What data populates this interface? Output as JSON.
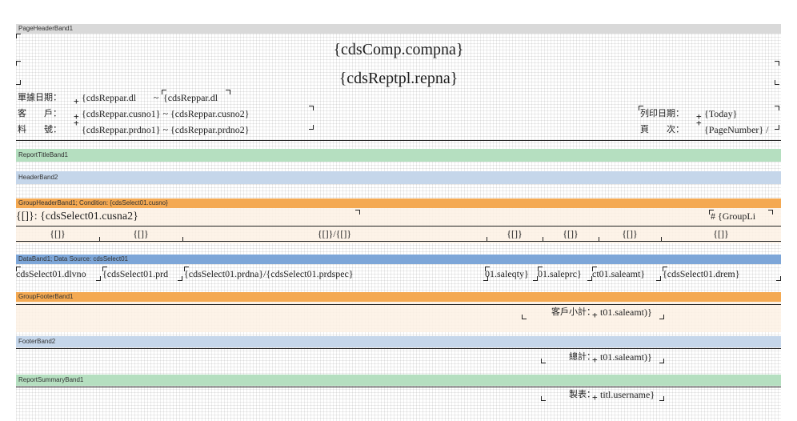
{
  "colors": {
    "page_header": "#d9d9d9",
    "report_title": "#b5dfc0",
    "header2": "#c5d6ea",
    "group_header": "#f4a952",
    "group_header_body": "#fdf1e4",
    "data_band": "#7da6d8",
    "group_footer": "#f4a952",
    "group_footer_body": "#fdf1e4",
    "footer2": "#c5d6ea",
    "summary": "#b5dfc0"
  },
  "bands": {
    "page_header": {
      "title": "PageHeaderBand1",
      "company": "{cdsComp.compna}",
      "report_name": "{cdsReptpl.repna}",
      "date_label": "單據日期：",
      "date_from": "{cdsReppar.dl",
      "date_tilde": "~",
      "date_to": "{cdsReppar.dl",
      "cust_label": "客　　戶：",
      "cust_value": "{cdsReppar.cusno1} ~ {cdsReppar.cusno2}",
      "prod_label": "料　　號：",
      "prod_value": "{cdsReppar.prdno1} ~ {cdsReppar.prdno2}",
      "print_date_label": "列印日期：",
      "print_date_value": "{Today}",
      "page_label": "頁　　次：",
      "page_value": "{PageNumber} /"
    },
    "report_title": {
      "title": "ReportTitleBand1"
    },
    "header2": {
      "title": "HeaderBand2"
    },
    "group_header": {
      "title": "GroupHeaderBand1; Condition: {cdsSelect01.cusno}",
      "customer": "{[]}: {cdsSelect01.cusna2}",
      "group_line": "# {GroupLi",
      "columns": [
        "{[]}",
        "{[]}",
        "{[]}/{[]}",
        "{[]}",
        "{[]}",
        "{[]}",
        "{[]}"
      ]
    },
    "data": {
      "title": "DataBand1; Data Source: cdsSelect01",
      "cells": [
        "cdsSelect01.dlvno",
        "{cdsSelect01.prd",
        "{cdsSelect01.prdna}/{cdsSelect01.prdspec}",
        "01.saleqty}",
        "01.saleprc}",
        "ct01.saleamt}",
        "{cdsSelect01.drem}"
      ]
    },
    "group_footer": {
      "title": "GroupFooterBand1",
      "label": "客戶小計：",
      "value": "t01.saleamt)}"
    },
    "footer2": {
      "title": "FooterBand2",
      "label": "總計：",
      "value": "t01.saleamt)}"
    },
    "summary": {
      "title": "ReportSummaryBand1",
      "label": "製表：",
      "value": "titl.username}"
    }
  }
}
